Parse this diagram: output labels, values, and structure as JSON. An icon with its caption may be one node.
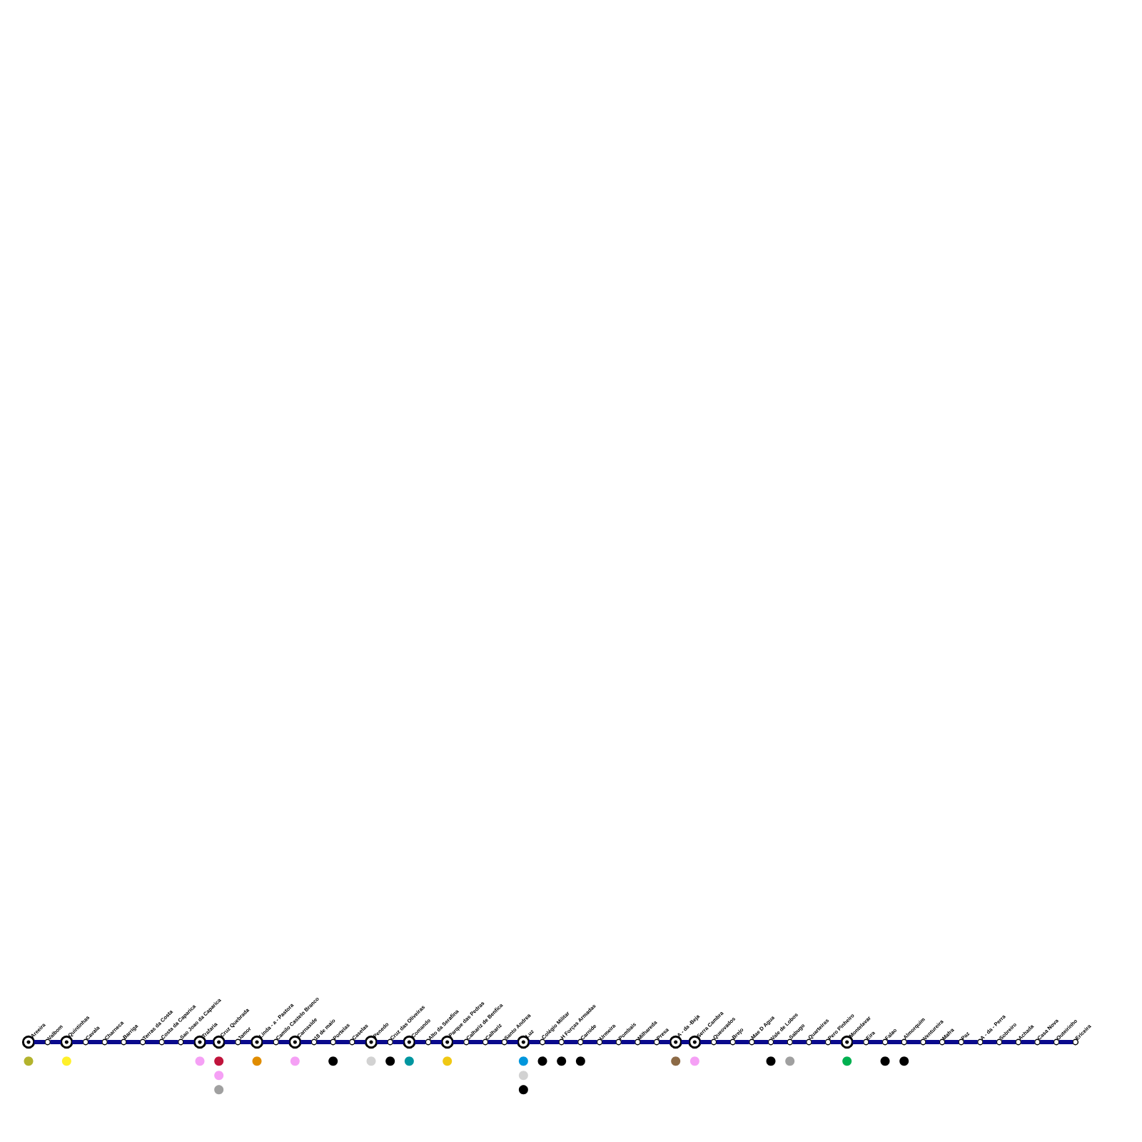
{
  "diagram": {
    "nodes": [
      {
        "text": [
          "Areeira"
        ]
      },
      {
        "text": [
          "Valbom"
        ]
      },
      {
        "text": [
          "Quintinhas"
        ]
      },
      {
        "text": [
          "Cavala"
        ]
      },
      {
        "text": [
          "Charneca"
        ]
      },
      {
        "text": [
          "Barriga"
        ]
      },
      {
        "text": [
          "Terras da Costa"
        ]
      },
      {
        "text": [
          "Costa da Caparica"
        ]
      },
      {
        "text": [
          "Sao Joao da Caparica"
        ]
      },
      {
        "text": [
          "Trafaria"
        ]
      },
      {
        "text": [
          "Cruz Quebrada"
        ]
      },
      {
        "text": [
          "Jamor"
        ]
      },
      {
        "text": [
          "Linda - a - Pastora"
        ]
      },
      {
        "text": [
          "Camilo Castelo Branco"
        ]
      },
      {
        "text": [
          "Carnaxide"
        ]
      },
      {
        "text": [
          "18 de maio"
        ]
      },
      {
        "text": [
          "Portelas"
        ]
      },
      {
        "text": [
          "Caselas"
        ]
      },
      {
        "text": [
          "Penedo"
        ]
      },
      {
        "text": [
          "Cruz das Oliveiras"
        ]
      },
      {
        "text": [
          "Comando"
        ]
      },
      {
        "text": [
          "Alto da Serafina"
        ]
      },
      {
        "text": [
          "Parque das Pedras"
        ]
      },
      {
        "text": [
          "Calhariz de Benfica"
        ]
      },
      {
        "text": [
          "Calhariz"
        ]
      },
      {
        "text": [
          "Santo Andrea"
        ]
      },
      {
        "text": [
          "Luz"
        ]
      },
      {
        "text": [
          "Colégio Militar"
        ]
      },
      {
        "text": [
          "H Forças Armadas"
        ]
      },
      {
        "text": [
          "Carnide"
        ]
      },
      {
        "text": [
          "Urmeira"
        ]
      },
      {
        "text": [
          "Pombais"
        ]
      },
      {
        "text": [
          "Milhareda"
        ]
      },
      {
        "text": [
          "Presa"
        ]
      },
      {
        "text": [
          "A - da -Beja"
        ]
      },
      {
        "text": [
          "Serra Cambra"
        ]
      },
      {
        "text": [
          "Queovados"
        ]
      },
      {
        "text": [
          "Brejo"
        ]
      },
      {
        "text": [
          "Mae D Agua"
        ]
      },
      {
        "text": [
          "Vale de Lobos"
        ]
      },
      {
        "text": [
          "Sabugo"
        ]
      },
      {
        "text": [
          "Quarteiras"
        ]
      },
      {
        "text": [
          "Pero Pinheiro"
        ]
      },
      {
        "text": [
          "Montelavar"
        ]
      },
      {
        "text": [
          "Eira"
        ]
      },
      {
        "text": [
          "Falao"
        ]
      },
      {
        "text": [
          "Almorquim"
        ]
      },
      {
        "text": [
          "Ventureira"
        ]
      },
      {
        "text": [
          "Mafra"
        ]
      },
      {
        "text": [
          "Paz"
        ]
      },
      {
        "text": [
          "A - da - Perra"
        ]
      },
      {
        "text": [
          "Sobreiro"
        ]
      },
      {
        "text": [
          "Achada"
        ]
      },
      {
        "text": [
          "Casa Nova"
        ]
      },
      {
        "text": [
          "Outeirinho"
        ]
      },
      {
        "text": [
          "Ericeira"
        ]
      }
    ],
    "edges": [
      {
        "from": 0,
        "to": 1,
        "arrow": "none"
      },
      {
        "from": 1,
        "to": 2,
        "arrow": "none"
      },
      {
        "from": 2,
        "to": 3,
        "arrow": "none"
      },
      {
        "from": 3,
        "to": 4,
        "arrow": "none"
      },
      {
        "from": 4,
        "to": 5,
        "arrow": "none"
      },
      {
        "from": 5,
        "to": 6,
        "arrow": "none"
      },
      {
        "from": 6,
        "to": 7,
        "arrow": "none"
      },
      {
        "from": 7,
        "to": 8,
        "arrow": "none"
      },
      {
        "from": 8,
        "to": 9,
        "arrow": "none"
      },
      {
        "from": 9,
        "to": 10,
        "arrow": "none"
      },
      {
        "from": 10,
        "to": 11,
        "arrow": "none"
      },
      {
        "from": 11,
        "to": 12,
        "arrow": "none"
      },
      {
        "from": 12,
        "to": 13,
        "arrow": "none"
      },
      {
        "from": 13,
        "to": 14,
        "arrow": "none"
      },
      {
        "from": 14,
        "to": 15,
        "arrow": "none"
      },
      {
        "from": 15,
        "to": 16,
        "arrow": "none"
      },
      {
        "from": 16,
        "to": 17,
        "arrow": "none"
      },
      {
        "from": 17,
        "to": 18,
        "arrow": "none"
      },
      {
        "from": 18,
        "to": 19,
        "arrow": "none"
      },
      {
        "from": 19,
        "to": 20,
        "arrow": "none"
      },
      {
        "from": 20,
        "to": 21,
        "arrow": "none"
      },
      {
        "from": 21,
        "to": 22,
        "arrow": "none"
      },
      {
        "from": 22,
        "to": 23,
        "arrow": "none"
      },
      {
        "from": 23,
        "to": 24,
        "arrow": "none"
      },
      {
        "from": 24,
        "to": 25,
        "arrow": "none"
      },
      {
        "from": 25,
        "to": 26,
        "arrow": "none"
      },
      {
        "from": 26,
        "to": 27,
        "arrow": "none"
      },
      {
        "from": 27,
        "to": 28,
        "arrow": "none"
      },
      {
        "from": 28,
        "to": 29,
        "arrow": "none"
      },
      {
        "from": 29,
        "to": 30,
        "arrow": "none"
      },
      {
        "from": 30,
        "to": 31,
        "arrow": "none"
      },
      {
        "from": 31,
        "to": 32,
        "arrow": "none"
      },
      {
        "from": 32,
        "to": 33,
        "arrow": "none"
      },
      {
        "from": 33,
        "to": 34,
        "arrow": "none"
      },
      {
        "from": 34,
        "to": 35,
        "arrow": "none"
      },
      {
        "from": 35,
        "to": 36,
        "arrow": "none"
      },
      {
        "from": 36,
        "to": 37,
        "arrow": "none"
      },
      {
        "from": 37,
        "to": 38,
        "arrow": "none"
      },
      {
        "from": 38,
        "to": 39,
        "arrow": "none"
      },
      {
        "from": 39,
        "to": 40,
        "arrow": "none"
      },
      {
        "from": 40,
        "to": 41,
        "arrow": "none"
      },
      {
        "from": 41,
        "to": 42,
        "arrow": "none"
      },
      {
        "from": 42,
        "to": 43,
        "arrow": "none"
      },
      {
        "from": 43,
        "to": 44,
        "arrow": "none"
      },
      {
        "from": 44,
        "to": 45,
        "arrow": "none"
      },
      {
        "from": 45,
        "to": 46,
        "arrow": "none"
      },
      {
        "from": 46,
        "to": 47,
        "arrow": "none"
      },
      {
        "from": 47,
        "to": 48,
        "arrow": "none"
      },
      {
        "from": 48,
        "to": 49,
        "arrow": "none"
      },
      {
        "from": 49,
        "to": 50,
        "arrow": "none"
      },
      {
        "from": 50,
        "to": 51,
        "arrow": "none"
      },
      {
        "from": 51,
        "to": 52,
        "arrow": "none"
      },
      {
        "from": 52,
        "to": 53,
        "arrow": "none"
      },
      {
        "from": 53,
        "to": 54,
        "arrow": "none"
      },
      {
        "from": 54,
        "to": 55,
        "arrow": "none"
      }
    ]
  }
}
